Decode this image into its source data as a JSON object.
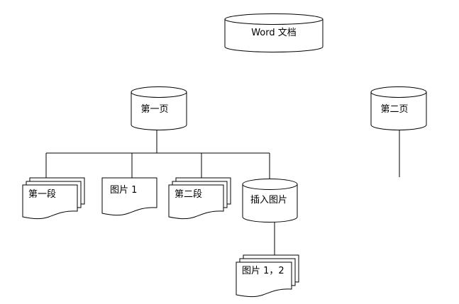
{
  "nodes": {
    "root": {
      "label": "Word 文档"
    },
    "page1": {
      "label": "第一页"
    },
    "page2": {
      "label": "第二页"
    },
    "para1": {
      "label": "第一段"
    },
    "pic1": {
      "label": "图片 1"
    },
    "para2": {
      "label": "第二段"
    },
    "insert_pic": {
      "label": "插入图片"
    },
    "pic12": {
      "label": "图片 1，2"
    }
  }
}
